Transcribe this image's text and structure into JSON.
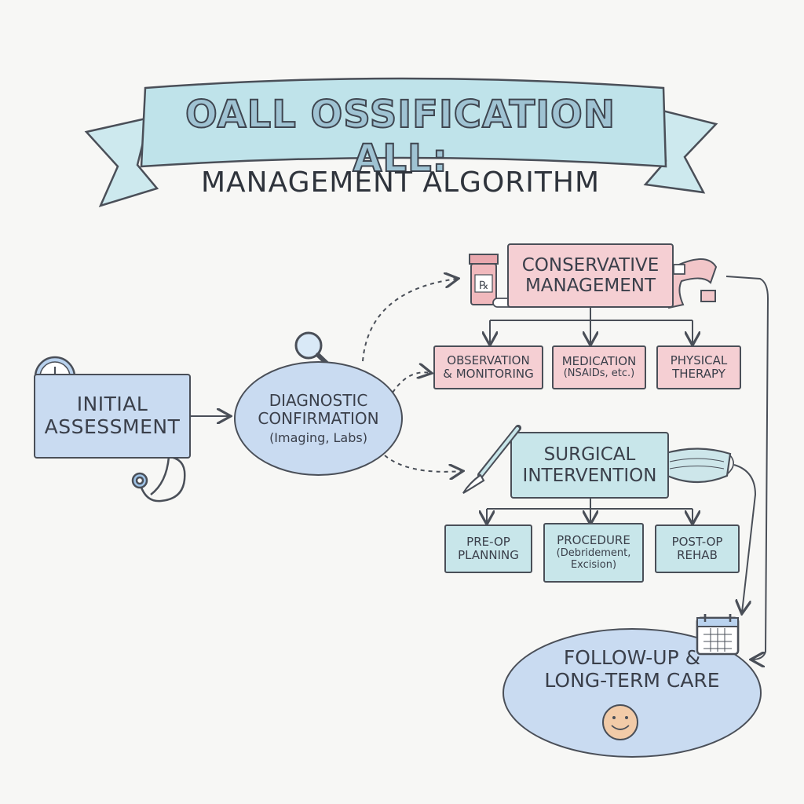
{
  "title": {
    "main": "OALL OSSIFICATION ALL:",
    "sub": "MANAGEMENT ALGORITHM"
  },
  "nodes": {
    "initial": [
      "INITIAL",
      "ASSESSMENT"
    ],
    "diagnostic": [
      "DIAGNOSTIC",
      "CONFIRMATION",
      "(Imaging, Labs)"
    ],
    "conservative": [
      "CONSERVATIVE",
      "MANAGEMENT"
    ],
    "observation": [
      "OBSERVATION",
      "& MONITORING"
    ],
    "medication": [
      "MEDICATION",
      "(NSAIDs, etc.)"
    ],
    "physical": [
      "PHYSICAL",
      "THERAPY"
    ],
    "surgical": [
      "SURGICAL",
      "INTERVENTION"
    ],
    "preop": [
      "PRE-OP",
      "PLANNING"
    ],
    "procedure": [
      "PROCEDURE",
      "(Debridement,",
      "Excision)"
    ],
    "postop": [
      "POST-OP",
      "REHAB"
    ],
    "followup": [
      "FOLLOW-UP &",
      "LONG-TERM CARE"
    ]
  },
  "icons": [
    "clock-icon",
    "stethoscope-icon",
    "magnifier-icon",
    "pill-bottle-icon",
    "brace-icon",
    "scalpel-icon",
    "face-mask-icon",
    "calendar-icon",
    "smiling-face-icon"
  ],
  "colors": {
    "blue": "#c9dbf1",
    "pink": "#f5cfd3",
    "teal": "#c8e6ea",
    "banner": "#bfe3ea",
    "outline": "#4a4f58"
  }
}
